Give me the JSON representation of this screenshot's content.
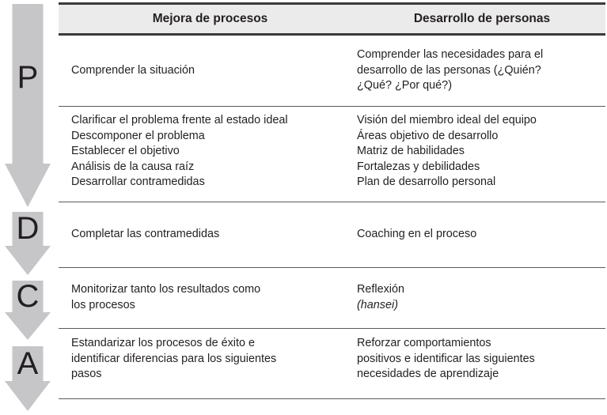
{
  "diagram": {
    "type": "pdca-table",
    "language": "es",
    "colors": {
      "arrow_fill": "#c6c6c8",
      "header_background": "#ebebeb",
      "rule_heavy": "#3a3a3a",
      "rule_thin": "#5a5a5a",
      "text": "#231f20"
    }
  },
  "phases": [
    {
      "letter": "P",
      "name": "phase-plan"
    },
    {
      "letter": "D",
      "name": "phase-do"
    },
    {
      "letter": "C",
      "name": "phase-check"
    },
    {
      "letter": "A",
      "name": "phase-act"
    }
  ],
  "table": {
    "headers": {
      "col1": "Mejora de procesos",
      "col2": "Desarrollo de personas"
    },
    "rows": [
      {
        "phase": "P",
        "col1": [
          "Comprender la situación"
        ],
        "col2": [
          "Comprender las necesidades para el",
          "desarrollo de las personas (¿Quién?",
          "¿Qué? ¿Por qué?)"
        ]
      },
      {
        "phase": "P",
        "col1": [
          "Clarificar el problema frente al estado ideal",
          "Descomponer el problema",
          "Establecer el objetivo",
          "Análisis de la causa raíz",
          "Desarrollar contramedidas"
        ],
        "col2": [
          "Visión del miembro ideal del equipo",
          "Áreas objetivo de desarrollo",
          "Matriz de habilidades",
          "Fortalezas y debilidades",
          "Plan de desarrollo personal"
        ]
      },
      {
        "phase": "D",
        "col1": [
          "Completar las contramedidas"
        ],
        "col2": [
          "Coaching en el proceso"
        ]
      },
      {
        "phase": "C",
        "col1": [
          "Monitorizar tanto los resultados como",
          "los procesos"
        ],
        "col2_text": "Reflexión ",
        "col2_italic": "(hansei)"
      },
      {
        "phase": "A",
        "col1": [
          "Estandarizar los procesos de éxito e",
          "identificar diferencias para los siguientes",
          "pasos"
        ],
        "col2": [
          "Reforzar comportamientos",
          "positivos e identificar las siguientes",
          "necesidades de aprendizaje"
        ]
      }
    ]
  }
}
